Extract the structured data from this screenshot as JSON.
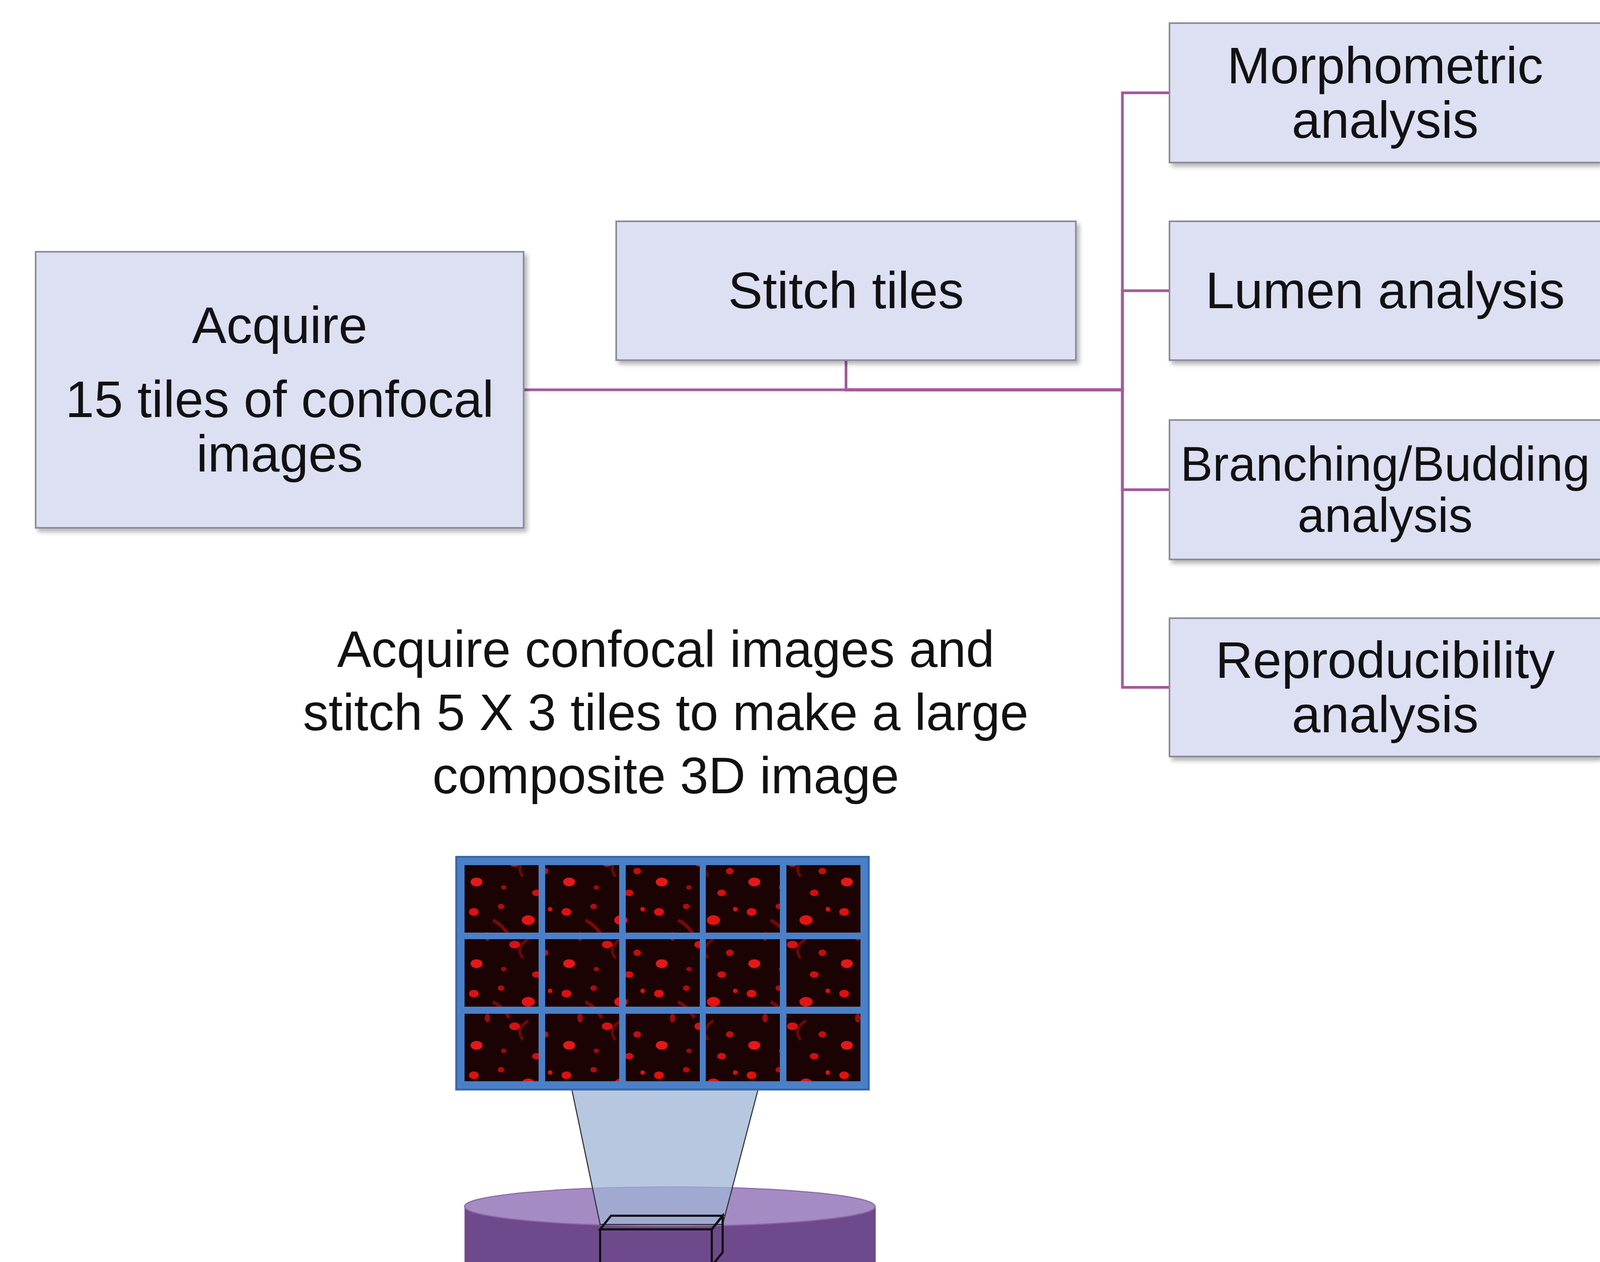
{
  "diagram": {
    "nodes": [
      {
        "text": [
          "Acquire",
          "15 tiles of confocal images"
        ]
      },
      {
        "text": [
          "Stitch tiles"
        ]
      },
      {
        "text": [
          "Morphometric analysis"
        ]
      },
      {
        "text": [
          "Lumen analysis"
        ]
      },
      {
        "text": [
          "Branching/Budding analysis"
        ]
      },
      {
        "text": [
          "Reproducibility analysis"
        ]
      }
    ],
    "edges": [
      {
        "from": 0,
        "to": 1,
        "arrow": "none"
      },
      {
        "from": 1,
        "to": 2,
        "arrow": "none"
      },
      {
        "from": 1,
        "to": 3,
        "arrow": "none"
      },
      {
        "from": 1,
        "to": 4,
        "arrow": "none"
      },
      {
        "from": 1,
        "to": 5,
        "arrow": "none"
      }
    ],
    "labels": [
      "Acquire confocal images and stitch 5 X 3 tiles to make a large composite 3D image"
    ]
  }
}
